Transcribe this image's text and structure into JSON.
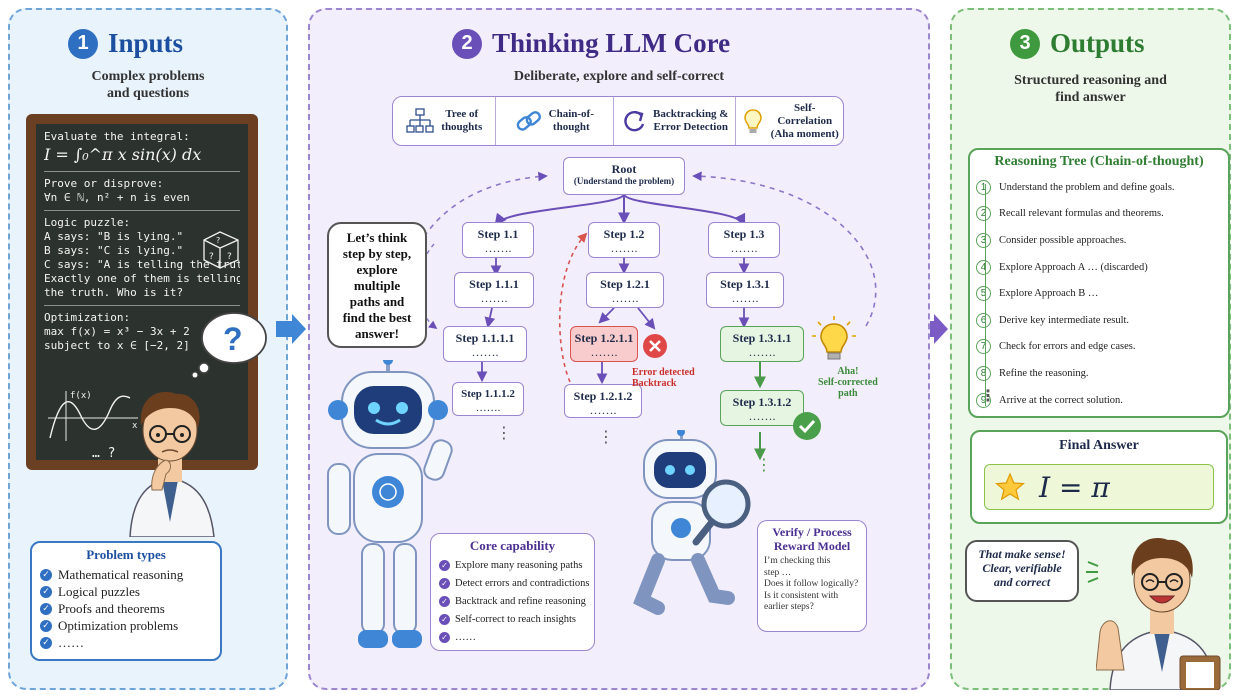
{
  "inputs": {
    "number": "1",
    "title": "Inputs",
    "subtitle_l1": "Complex problems",
    "subtitle_l2": "and questions",
    "board": {
      "l1": "Evaluate the integral:",
      "integral": "I = ∫₀^π x sin(x) dx",
      "l2": "Prove or disprove:",
      "l3": "∀n ∈ ℕ,  n² + n is even",
      "l4": "Logic puzzle:",
      "l5": "A says: \"B is lying.\"",
      "l6": "B says: \"C is lying.\"",
      "l7": "C says: \"A is telling the truth.\"",
      "l8": "Exactly one of them is telling",
      "l9": "the truth. Who is it?",
      "l10": "Optimization:",
      "l11": "max  f(x) = x³ − 3x + 2",
      "l12": "subject to x ∈ [−2, 2]",
      "plot_label": "f(x)",
      "plot_x": "x",
      "ellipsis": "… ?"
    },
    "thought": "?",
    "problem_types": {
      "title": "Problem types",
      "items": [
        "Mathematical reasoning",
        "Logical puzzles",
        "Proofs and theorems",
        "Optimization problems",
        "……"
      ]
    }
  },
  "core": {
    "number": "2",
    "title": "Thinking LLM Core",
    "subtitle": "Deliberate, explore and self-correct",
    "features": [
      {
        "l1": "Tree of",
        "l2": "thoughts",
        "l3": ""
      },
      {
        "l1": "Chain-of-",
        "l2": "thought",
        "l3": ""
      },
      {
        "l1": "Backtracking &",
        "l2": "Error Detection",
        "l3": ""
      },
      {
        "l1": "Self-",
        "l2": "Correlation",
        "l3": "(Aha moment)"
      }
    ],
    "root": {
      "title": "Root",
      "sub": "(Understand the problem)"
    },
    "steps": {
      "s1_1": "Step 1.1",
      "s1_2": "Step 1.2",
      "s1_3": "Step 1.3",
      "s1_1_1": "Step 1.1.1",
      "s1_2_1": "Step 1.2.1",
      "s1_3_1": "Step 1.3.1",
      "s1_1_1_1": "Step 1.1.1.1",
      "s1_2_1_1": "Step 1.2.1.1",
      "s1_3_1_1": "Step 1.3.1.1",
      "s1_1_1_2": "Step 1.1.1.2",
      "s1_2_1_2": "Step 1.2.1.2",
      "s1_3_1_2": "Step 1.3.1.2",
      "dots": "……."
    },
    "vdots": "⋮",
    "error_label_l1": "Error detected",
    "error_label_l2": "Backtrack",
    "aha_l1": "Aha!",
    "aha_l2": "Self-corrected",
    "aha_l3": "path",
    "bubble": [
      "Let’s think",
      "step by step,",
      "explore",
      "multiple",
      "paths and",
      "find the best",
      "answer!"
    ],
    "capability": {
      "title": "Core capability",
      "items": [
        "Explore many reasoning paths",
        "Detect errors and contradictions",
        "Backtrack and refine reasoning",
        "Self-correct to reach insights",
        "……"
      ]
    },
    "verify": {
      "title_l1": "Verify / Process",
      "title_l2": "Reward Model",
      "lines": [
        "I’m checking this",
        "step …",
        "Does it follow logically?",
        "Is it consistent with",
        "earlier steps?"
      ]
    }
  },
  "outputs": {
    "number": "3",
    "title": "Outputs",
    "subtitle_l1": "Structured reasoning and",
    "subtitle_l2": "find answer",
    "tree": {
      "title": "Reasoning Tree (Chain-of-thought)",
      "items": [
        {
          "n": "1",
          "t": "Understand the problem and define goals."
        },
        {
          "n": "2",
          "t": "Recall relevant formulas and theorems."
        },
        {
          "n": "3",
          "t": "Consider possible approaches."
        },
        {
          "n": "4",
          "t": "Explore Approach A … (discarded)"
        },
        {
          "n": "5",
          "t": "Explore Approach B …"
        },
        {
          "n": "6",
          "t": "Derive key intermediate result."
        },
        {
          "n": "7",
          "t": "Check for errors and edge cases."
        },
        {
          "n": "8",
          "t": "Refine the reasoning."
        },
        {
          "n": "9",
          "t": "Arrive at the correct solution."
        }
      ],
      "more": "⋮"
    },
    "final": {
      "title": "Final Answer",
      "answer": "I = π"
    },
    "speech": [
      "That make sense!",
      "Clear, verifiable",
      "and correct"
    ]
  },
  "colors": {
    "blue": "#2f6fc2",
    "purple": "#6b4fb8",
    "green": "#3f9a3f",
    "error": "#d9534f"
  }
}
